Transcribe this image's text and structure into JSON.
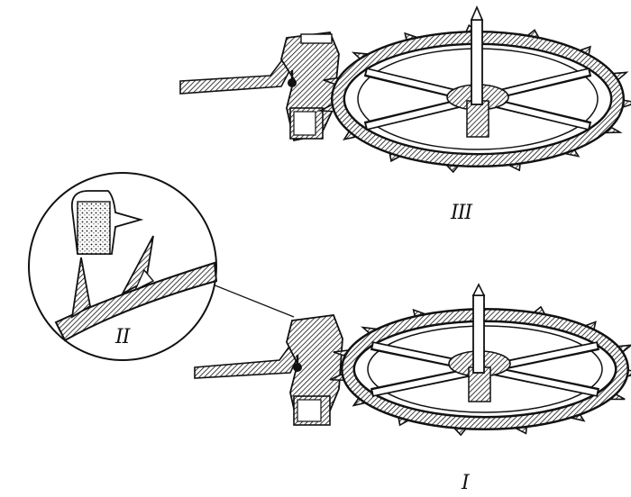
{
  "labels": {
    "top_assembly": "III",
    "detail_inset": "II",
    "bottom_assembly": "I"
  },
  "colors": {
    "ink": "#111111",
    "paper": "#ffffff"
  },
  "assemblies": [
    {
      "key": "top",
      "teeth": 15
    },
    {
      "key": "bottom",
      "teeth": 15
    }
  ]
}
